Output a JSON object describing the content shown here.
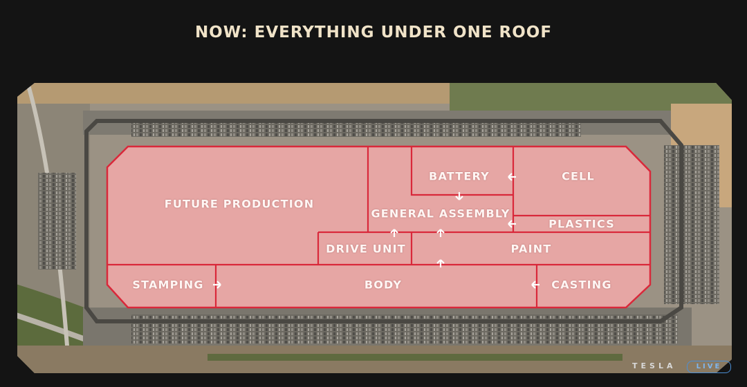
{
  "headline": "NOW: EVERYTHING UNDER ONE ROOF",
  "zones": {
    "future_production": "FUTURE PRODUCTION",
    "battery": "BATTERY",
    "cell": "CELL",
    "general_assembly": "GENERAL ASSEMBLY",
    "plastics": "PLASTICS",
    "drive_unit": "DRIVE UNIT",
    "paint": "PAINT",
    "stamping": "STAMPING",
    "body": "BODY",
    "casting": "CASTING"
  },
  "branding": {
    "logo_text": "TESLA",
    "badge_text": "LIVE"
  },
  "colors": {
    "zone_fill": "#f2a9a9",
    "zone_border": "#d9283a",
    "background": "#141414",
    "headline": "#f0e3c8"
  }
}
